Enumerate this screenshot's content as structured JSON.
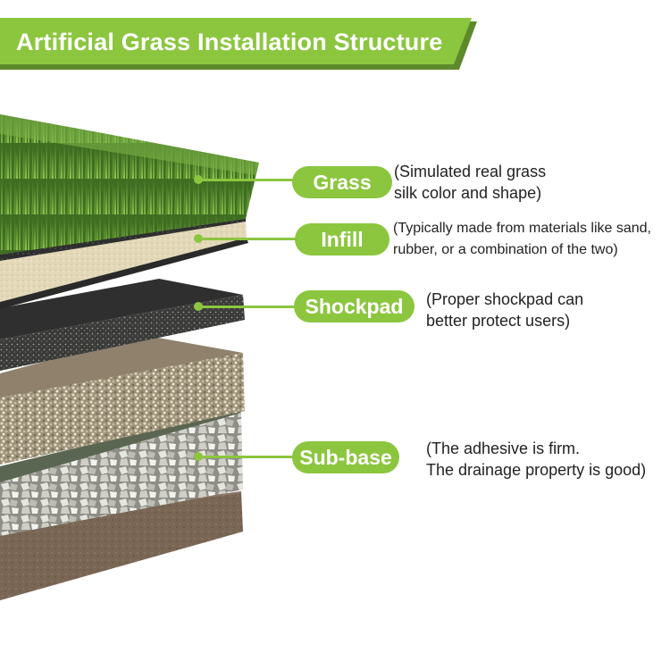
{
  "title": "Artificial Grass Installation Structure",
  "colors": {
    "accent": "#8cc63f",
    "banner_dark": "#5d8a2a",
    "text": "#222222"
  },
  "layers": [
    {
      "label": "Grass",
      "desc_lines": [
        "(Simulated real grass",
        "silk color and shape)"
      ]
    },
    {
      "label": "Infill",
      "desc_lines": [
        "(Typically made from materials like sand,",
        "rubber, or a combination of the two)"
      ]
    },
    {
      "label": "Shockpad",
      "desc_lines": [
        "(Proper shockpad can",
        "better protect users)"
      ]
    },
    {
      "label": "Sub-base",
      "desc_lines": [
        "(The adhesive is firm.",
        "The drainage property is good)"
      ]
    }
  ]
}
